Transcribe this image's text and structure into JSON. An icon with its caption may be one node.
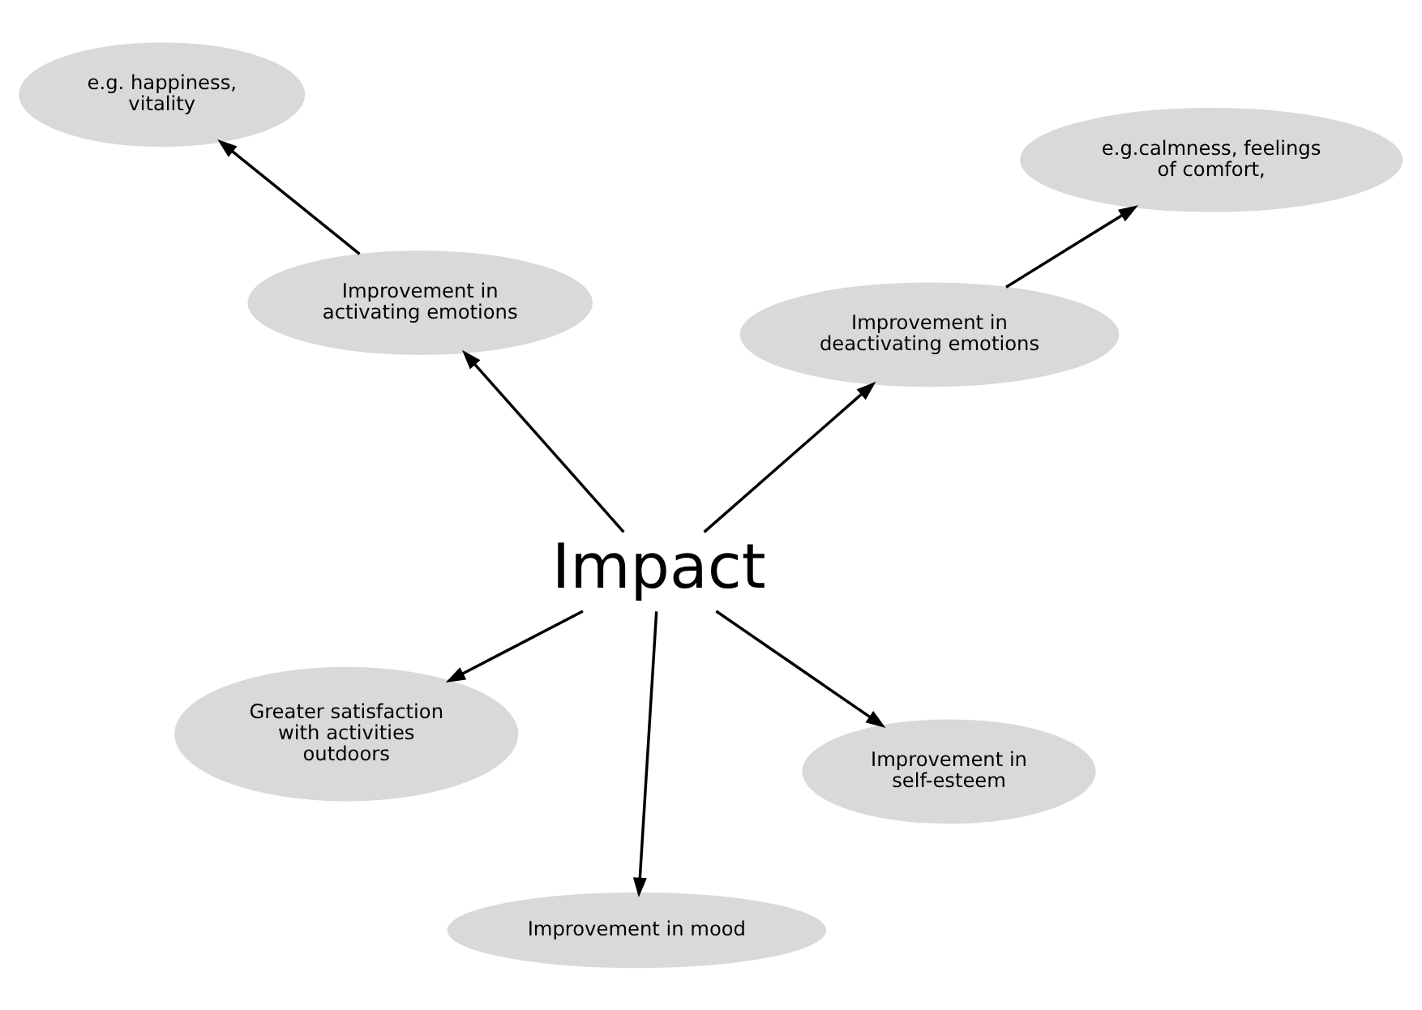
{
  "diagram": {
    "nodes": [
      {
        "text": [
          "e.g. happiness, vitality"
        ]
      },
      {
        "text": [
          "e.g.calmness, feelings of comfort,"
        ]
      },
      {
        "text": [
          "Improvement in mood"
        ]
      },
      {
        "text": [
          "Improvement in activating emotions"
        ]
      },
      {
        "text": [
          "Improvement in deactivating emotions"
        ]
      },
      {
        "text": [
          "Impact"
        ]
      },
      {
        "text": [
          "Greater satisfaction with activities outdoors"
        ]
      },
      {
        "text": [
          "Improvement in self-esteem"
        ]
      }
    ],
    "edges": [
      {
        "from": 3,
        "to": 0,
        "arrow": "to"
      },
      {
        "from": 4,
        "to": 1,
        "arrow": "to"
      },
      {
        "from": 5,
        "to": 2,
        "arrow": "to"
      },
      {
        "from": 5,
        "to": 3,
        "arrow": "to"
      },
      {
        "from": 5,
        "to": 4,
        "arrow": "to"
      },
      {
        "from": 5,
        "to": 6,
        "arrow": "to"
      },
      {
        "from": 5,
        "to": 7,
        "arrow": "to"
      }
    ]
  }
}
